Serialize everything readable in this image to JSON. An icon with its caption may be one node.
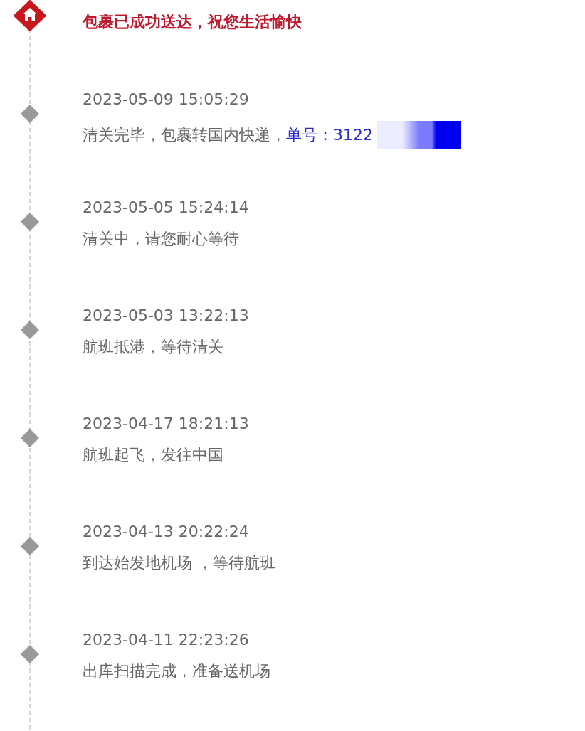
{
  "diagram": {
    "title": "包裹已成功送达，祝您生活愉快",
    "labels": [
      "2023-05-09 15:05:29",
      "清关完毕，包裹转国内快递，",
      "单号：3122",
      "2023-05-05 15:24:14",
      "清关中，请您耐心等待",
      "2023-05-03 13:22:13",
      "航班抵港，等待清关",
      "2023-04-17 18:21:13",
      "航班起飞，发往中国",
      "2023-04-13 20:22:24",
      "到达始发地机场 ，等待航班",
      "2023-04-11 22:23:26",
      "出库扫描完成，准备送机场"
    ]
  }
}
